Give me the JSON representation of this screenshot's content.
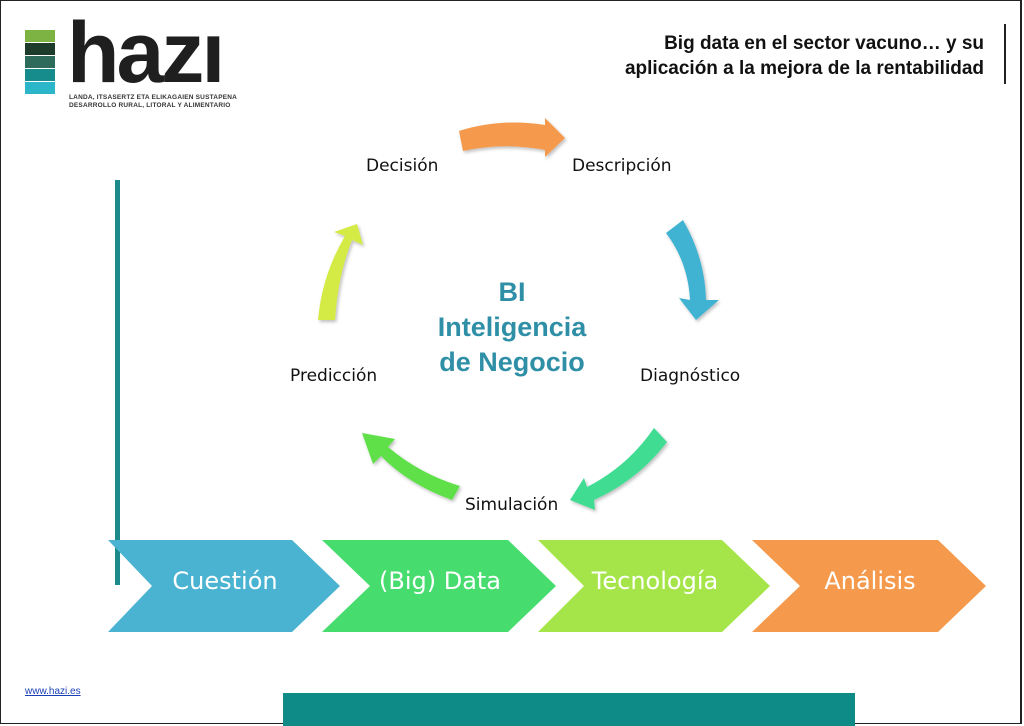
{
  "header": {
    "title_line1": "Big data en el sector vacuno… y su",
    "title_line2": "aplicación a la mejora de la rentabilidad"
  },
  "logo": {
    "word": "hazı",
    "subtitle_line1": "LANDA, ITSASERTZ ETA ELIKAGAIEN SUSTAPENA",
    "subtitle_line2": "DESARROLLO RURAL, LITORAL Y ALIMENTARIO",
    "stripe_colors": [
      "#7cb342",
      "#1d3b2a",
      "#2e6b5a",
      "#178c8c",
      "#2bb7c9"
    ]
  },
  "cycle": {
    "center_line1": "BI",
    "center_line2": "Inteligencia",
    "center_line3": "de Negocio",
    "steps": [
      {
        "label": "Descripción",
        "color": "#f59a4d"
      },
      {
        "label": "Diagnóstico",
        "color": "#3fb3d2"
      },
      {
        "label": "Simulación",
        "color": "#3fdc92"
      },
      {
        "label": "Predicción",
        "color": "#5ee04a"
      },
      {
        "label": "Decisión",
        "color": "#d4ea45"
      }
    ]
  },
  "process": {
    "stages": [
      {
        "label": "Cuestión",
        "color": "#4ab3d1"
      },
      {
        "label": "(Big) Data",
        "color": "#47dc6e"
      },
      {
        "label": "Tecnología",
        "color": "#a5e54a"
      },
      {
        "label": "Análisis",
        "color": "#f59a4d"
      }
    ]
  },
  "footer": {
    "link": "www.hazi.es"
  }
}
